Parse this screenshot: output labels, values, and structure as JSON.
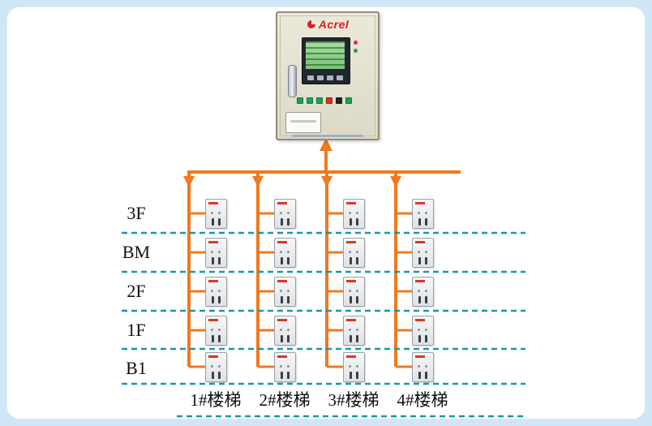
{
  "colors": {
    "background": "#cfe6f6",
    "panel": "#ffffff",
    "accent_orange": "#f0791e",
    "divider_teal": "#1897ad",
    "logo_red": "#e01f1f"
  },
  "cabinet": {
    "brand": "Acrel",
    "button_colors": [
      "#1ba158",
      "#1ba158",
      "#1ba158",
      "#d92f23",
      "#222222",
      "#1ba158"
    ],
    "indicator_colors": [
      "#e03030",
      "#2aa144"
    ]
  },
  "floors": [
    {
      "label": "3F"
    },
    {
      "label": "BM"
    },
    {
      "label": "2F"
    },
    {
      "label": "1F"
    },
    {
      "label": "B1"
    }
  ],
  "stairs": [
    {
      "label": "1#楼梯"
    },
    {
      "label": "2#楼梯"
    },
    {
      "label": "3#楼梯"
    },
    {
      "label": "4#楼梯"
    }
  ],
  "grid": {
    "rows": 5,
    "columns": 4
  }
}
